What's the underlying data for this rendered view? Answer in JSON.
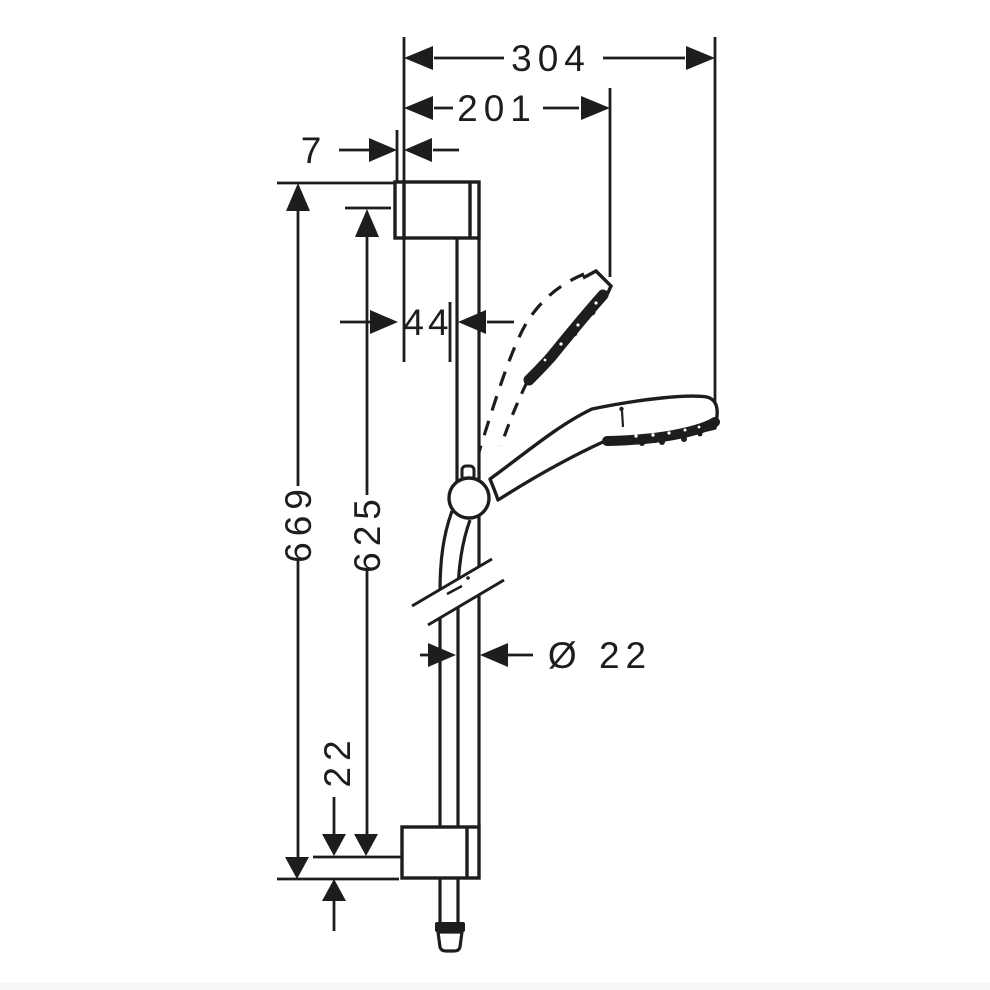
{
  "canvas": {
    "background": "#ffffff",
    "line_color": "#1d1d1b"
  },
  "dimensions": {
    "overall_width": "304",
    "upper_width": "201",
    "wall_plate": "7",
    "bar_offset": "44",
    "overall_height": "669",
    "bar_length": "625",
    "bar_diameter": "Ø 22",
    "bottom_gap": "22"
  }
}
